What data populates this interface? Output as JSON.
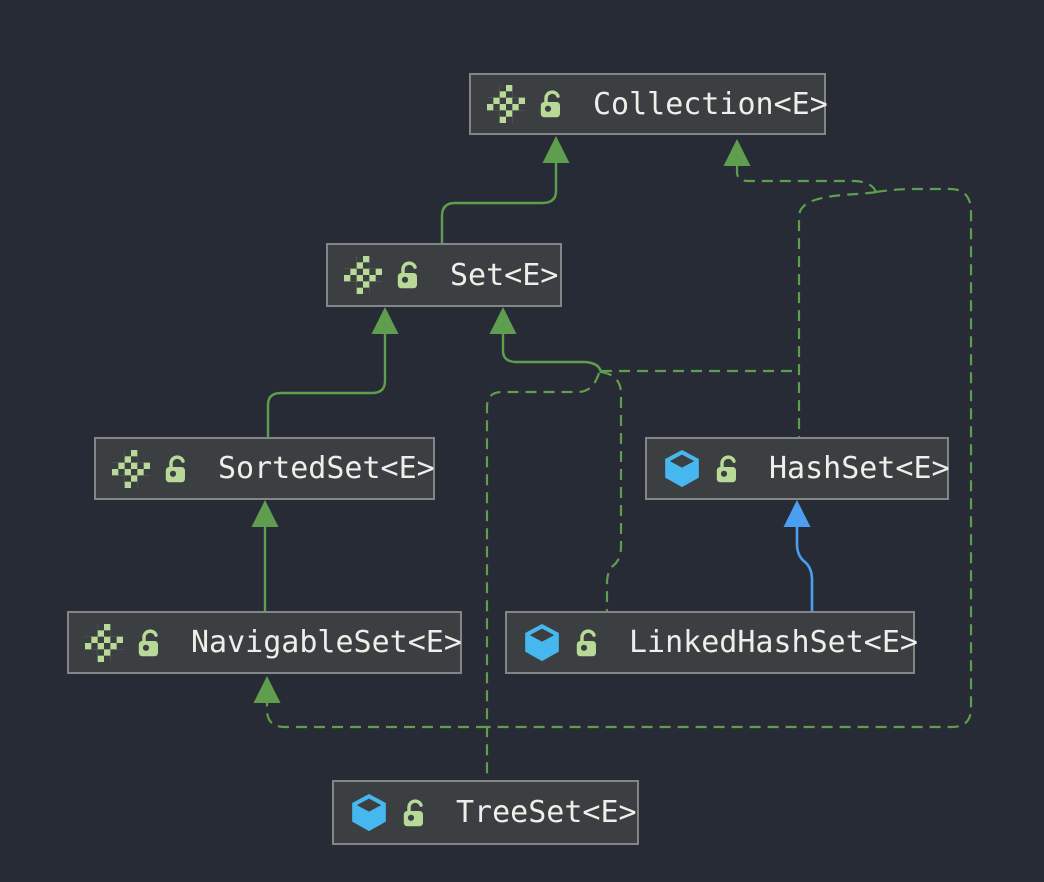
{
  "diagram": {
    "title": "Java Set collection type hierarchy UML diagram",
    "colors": {
      "bg": "#272b35",
      "node-fill": "#3c3f41",
      "node-border": "#838587",
      "text": "#edefe9",
      "green": "#5f9e4e",
      "blue": "#4b9ff0",
      "icon-green": "#b8d998",
      "icon-blue": "#47b7f0"
    }
  },
  "nodes": {
    "collection": {
      "label": "Collection<E>",
      "kind": "interface",
      "visibility": "public"
    },
    "set": {
      "label": "Set<E>",
      "kind": "interface",
      "visibility": "public"
    },
    "sortedset": {
      "label": "SortedSet<E>",
      "kind": "interface",
      "visibility": "public"
    },
    "hashset": {
      "label": "HashSet<E>",
      "kind": "class",
      "visibility": "public"
    },
    "navigableset": {
      "label": "NavigableSet<E>",
      "kind": "interface",
      "visibility": "public"
    },
    "linkedhashset": {
      "label": "LinkedHashSet<E>",
      "kind": "class",
      "visibility": "public"
    },
    "treeset": {
      "label": "TreeSet<E>",
      "kind": "class",
      "visibility": "public"
    }
  },
  "edges": [
    {
      "from": "Set<E>",
      "to": "Collection<E>",
      "line": "solid",
      "color": "green"
    },
    {
      "from": "SortedSet<E>",
      "to": "Set<E>",
      "line": "solid",
      "color": "green"
    },
    {
      "from": "NavigableSet<E>",
      "to": "SortedSet<E>",
      "line": "solid",
      "color": "green"
    },
    {
      "from": "LinkedHashSet<E>",
      "to": "HashSet<E>",
      "line": "solid",
      "color": "blue"
    },
    {
      "from": "HashSet<E>",
      "to": "Set<E>",
      "line": "dashed",
      "color": "green"
    },
    {
      "from": "HashSet<E>",
      "to": "Collection<E>",
      "line": "dashed",
      "color": "green"
    },
    {
      "from": "LinkedHashSet<E>",
      "to": "Set<E>",
      "line": "dashed",
      "color": "green"
    },
    {
      "from": "TreeSet<E>",
      "to": "NavigableSet<E>",
      "line": "dashed",
      "color": "green"
    },
    {
      "from": "TreeSet<E>",
      "to": "Set<E>",
      "line": "dashed",
      "color": "green"
    },
    {
      "from": "TreeSet<E>",
      "to": "Collection<E>",
      "line": "dashed",
      "color": "green"
    }
  ]
}
